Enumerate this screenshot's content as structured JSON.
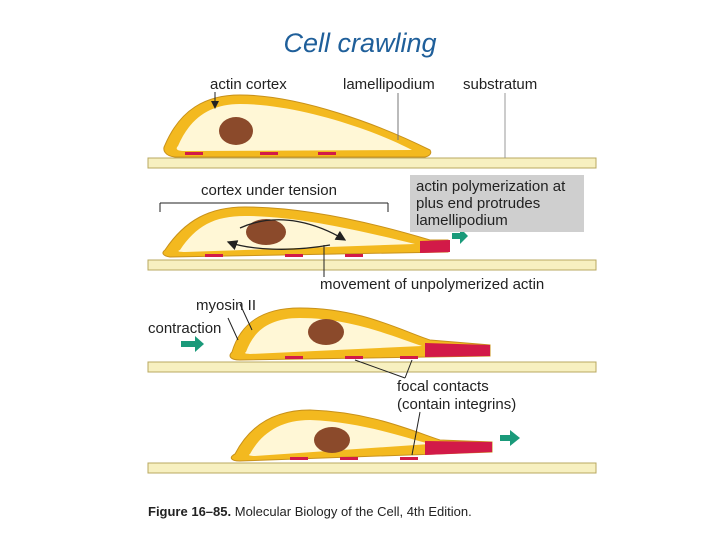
{
  "title": "Cell crawling",
  "labels": {
    "actin_cortex": "actin cortex",
    "lamellipodium": "lamellipodium",
    "substratum": "substratum",
    "cortex_under_tension": "cortex under tension",
    "polymerization": [
      "actin polymerization at",
      "plus end protrudes",
      "lamellipodium"
    ],
    "unpolymerized": "movement of unpolymerized actin",
    "myosin": "myosin II",
    "contraction": "contraction",
    "focal_contacts": [
      "focal contacts",
      "(contain integrins)"
    ]
  },
  "caption": {
    "prefix": "Figure 16–85.",
    "rest": "Molecular Biology of the Cell, 4th Edition."
  },
  "colors": {
    "title": "#1f5f9a",
    "cell_fill": "#f3b91f",
    "cytoplasm": "#fff7d6",
    "nucleus": "#8b4a2b",
    "actin_red": "#d21a48",
    "arrow_green": "#1a9a7a",
    "substratum": "#f7f0c0"
  }
}
